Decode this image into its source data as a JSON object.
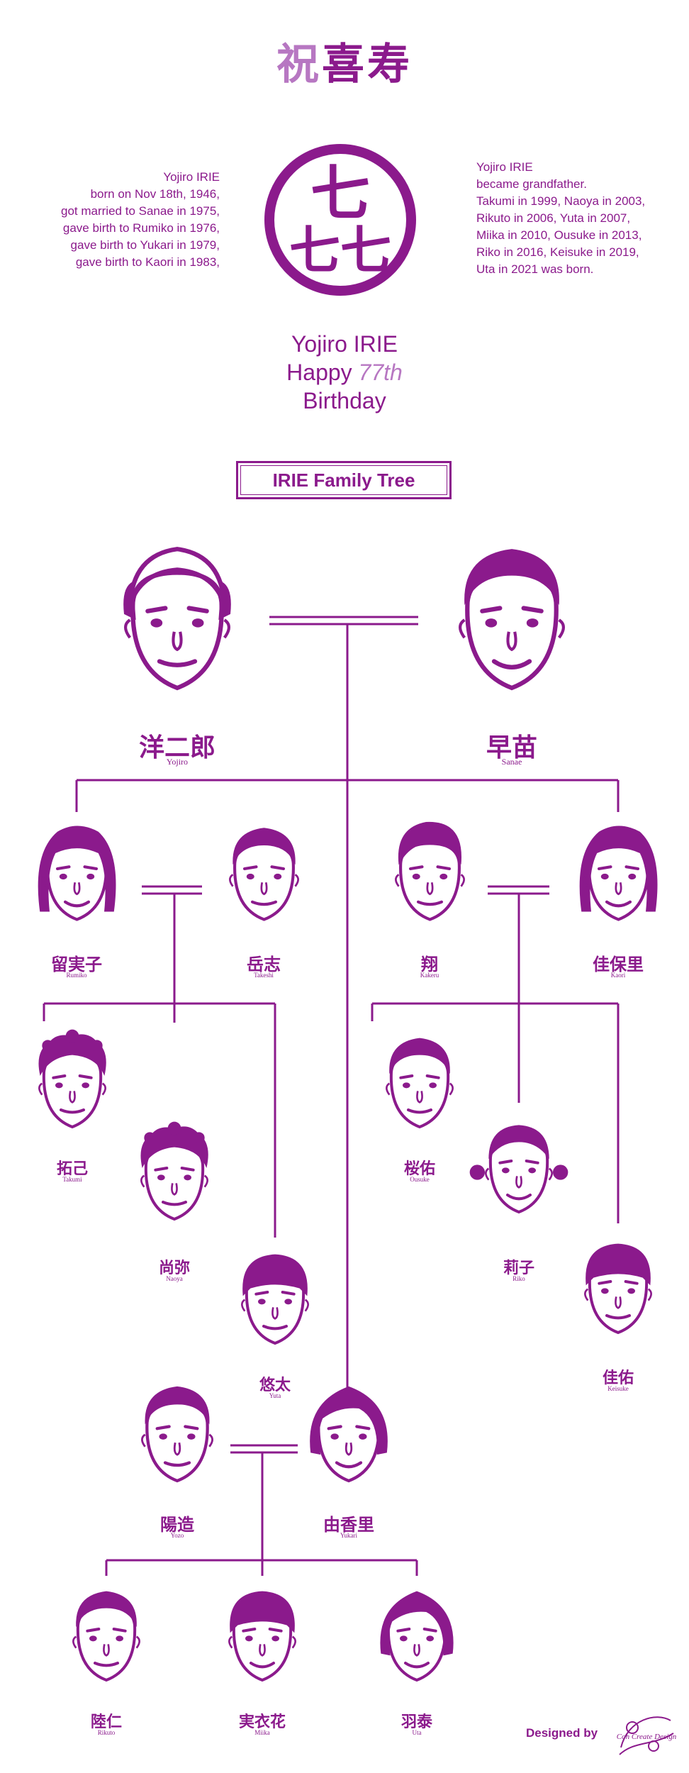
{
  "title": {
    "first": "祝",
    "rest": "喜寿"
  },
  "emblem": {
    "glyph_top": "七",
    "glyph_bottom": "七七"
  },
  "bio_left": [
    "Yojiro IRIE",
    "born on Nov 18th, 1946,",
    "got married to Sanae in 1975,",
    "gave birth to Rumiko in 1976,",
    "gave birth to Yukari in 1979,",
    "gave birth to Kaori in 1983,"
  ],
  "bio_right": [
    "Yojiro IRIE",
    "became grandfather.",
    "Takumi in 1999, Naoya in 2003,",
    "Rikuto in 2006, Yuta in 2007,",
    "Miika in 2010, Ousuke in 2013,",
    "Riko in 2016, Keisuke in 2019,",
    "Uta in 2021 was born."
  ],
  "happy": {
    "line1": "Yojiro IRIE",
    "happy": "Happy",
    "age": "77th",
    "line3": "Birthday"
  },
  "tree_title": "IRIE Family Tree",
  "credit": {
    "text": "Designed by",
    "logo": "Coh Create Design"
  },
  "colors": {
    "primary": "#8b1a8c",
    "light": "#b777c2"
  },
  "members": [
    {
      "id": "yojiro",
      "kanji": "洋二郎",
      "roma": "Yojiro",
      "gender": "m",
      "hair": "bald"
    },
    {
      "id": "sanae",
      "kanji": "早苗",
      "roma": "Sanae",
      "gender": "f",
      "hair": "short"
    },
    {
      "id": "rumiko",
      "kanji": "留実子",
      "roma": "Rumiko",
      "gender": "f",
      "hair": "long"
    },
    {
      "id": "takeshi",
      "kanji": "岳志",
      "roma": "Takeshi",
      "gender": "m",
      "hair": "short"
    },
    {
      "id": "kakeru",
      "kanji": "翔",
      "roma": "Kakeru",
      "gender": "m",
      "hair": "quiff"
    },
    {
      "id": "kaori",
      "kanji": "佳保里",
      "roma": "Kaori",
      "gender": "f",
      "hair": "long"
    },
    {
      "id": "takumi",
      "kanji": "拓己",
      "roma": "Takumi",
      "gender": "m",
      "hair": "curly"
    },
    {
      "id": "naoya",
      "kanji": "尚弥",
      "roma": "Naoya",
      "gender": "m",
      "hair": "curly"
    },
    {
      "id": "yuta",
      "kanji": "悠太",
      "roma": "Yuta",
      "gender": "m",
      "hair": "bowl"
    },
    {
      "id": "ousuke",
      "kanji": "桜佑",
      "roma": "Ousuke",
      "gender": "m",
      "hair": "short"
    },
    {
      "id": "riko",
      "kanji": "莉子",
      "roma": "Riko",
      "gender": "f",
      "hair": "pigtail"
    },
    {
      "id": "keisuke",
      "kanji": "佳佑",
      "roma": "Keisuke",
      "gender": "m",
      "hair": "bowl"
    },
    {
      "id": "yozo",
      "kanji": "陽造",
      "roma": "Yozo",
      "gender": "m",
      "hair": "short"
    },
    {
      "id": "yukari",
      "kanji": "由香里",
      "roma": "Yukari",
      "gender": "f",
      "hair": "bob"
    },
    {
      "id": "rikuto",
      "kanji": "陸仁",
      "roma": "Rikuto",
      "gender": "m",
      "hair": "short"
    },
    {
      "id": "miika",
      "kanji": "実衣花",
      "roma": "Miika",
      "gender": "f",
      "hair": "bowl"
    },
    {
      "id": "uta",
      "kanji": "羽泰",
      "roma": "Uta",
      "gender": "f",
      "hair": "bob"
    }
  ]
}
